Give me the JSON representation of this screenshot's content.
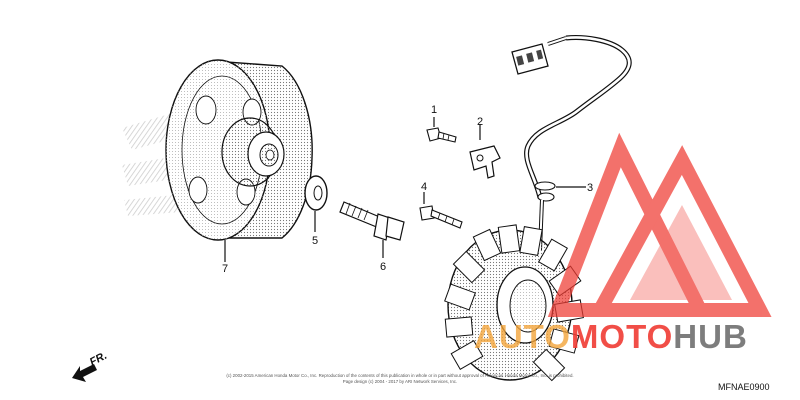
{
  "callouts": [
    {
      "id": "1",
      "label": "1"
    },
    {
      "id": "2",
      "label": "2"
    },
    {
      "id": "3",
      "label": "3"
    },
    {
      "id": "4",
      "label": "4"
    },
    {
      "id": "5",
      "label": "5"
    },
    {
      "id": "6",
      "label": "6"
    },
    {
      "id": "7",
      "label": "7"
    }
  ],
  "watermark": {
    "part1": "AUTO",
    "part2": "MOTO",
    "part3": "HUB",
    "colors": {
      "auto": "#f3a43a",
      "moto": "#ef3b33",
      "hub": "#6f6f6f",
      "logo": "#ef3b33"
    }
  },
  "front_arrow": {
    "label": "FR."
  },
  "diagram_code": "MFNAE0900",
  "copyright": {
    "line1": "(c) 2002-2015 American Honda Motor Co., Inc. Reproduction of the contents of this publication in whole or in part without approval of American Honda Motor Co., Inc. is prohibited.",
    "line2": "Page design (c) 2004 - 2017 by ARI Network Services, Inc."
  }
}
